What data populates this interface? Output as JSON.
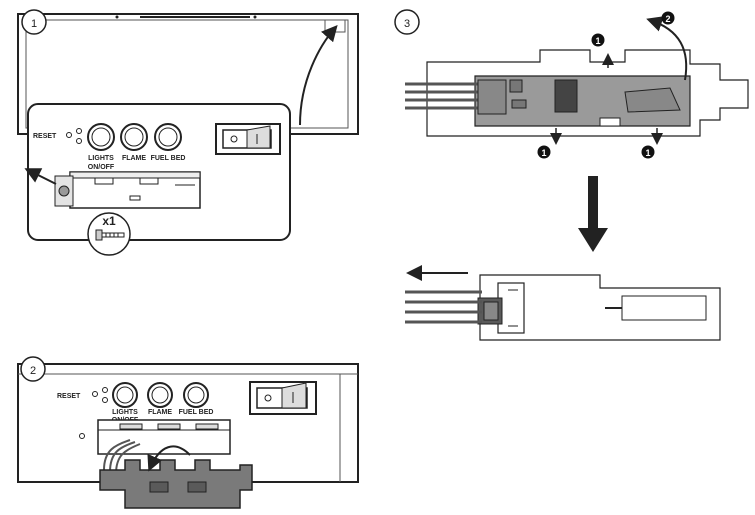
{
  "step1": {
    "badge": "1",
    "reset_label": "RESET",
    "buttons": [
      {
        "label": "LIGHTS",
        "sub": "ON/OFF"
      },
      {
        "label": "FLAME",
        "sub": ""
      },
      {
        "label": "FUEL BED",
        "sub": ""
      }
    ],
    "qty_label": "x1"
  },
  "step2": {
    "badge": "2",
    "reset_label": "RESET",
    "buttons": [
      {
        "label": "LIGHTS",
        "sub": "ON/OFF"
      },
      {
        "label": "FLAME",
        "sub": ""
      },
      {
        "label": "FUEL BED",
        "sub": ""
      }
    ]
  },
  "step3": {
    "badge": "3",
    "callouts": [
      "1",
      "2",
      "1",
      "1"
    ]
  },
  "colors": {
    "pcb": "#9a9a9a",
    "connector": "#5a5a5a",
    "line": "#222222",
    "badge_dark": "#111111"
  }
}
